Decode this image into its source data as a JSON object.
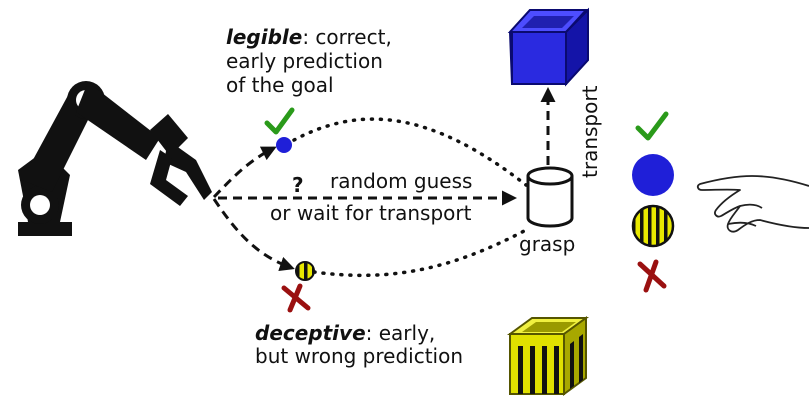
{
  "legible": {
    "term": "legible",
    "rest": ": correct,",
    "line2": "early prediction",
    "line3": "of the goal"
  },
  "deceptive": {
    "term": "deceptive",
    "rest": ": early,",
    "line2": "but wrong prediction"
  },
  "middle": {
    "question": "?",
    "line1": "random guess",
    "line2": "or wait for transport"
  },
  "grasp_label": "grasp",
  "transport_label": "transport",
  "colors": {
    "blue": "#1f1fd8",
    "yellow": "#e8e800",
    "check": "#2a9a1a",
    "cross": "#9a1010",
    "ink": "#111111"
  },
  "icons": {
    "robot": "robot-arm-icon",
    "hand": "pointing-hand-icon",
    "container": "cylinder-container-icon",
    "blue_box": "blue-box-icon",
    "striped_box": "striped-box-icon"
  }
}
